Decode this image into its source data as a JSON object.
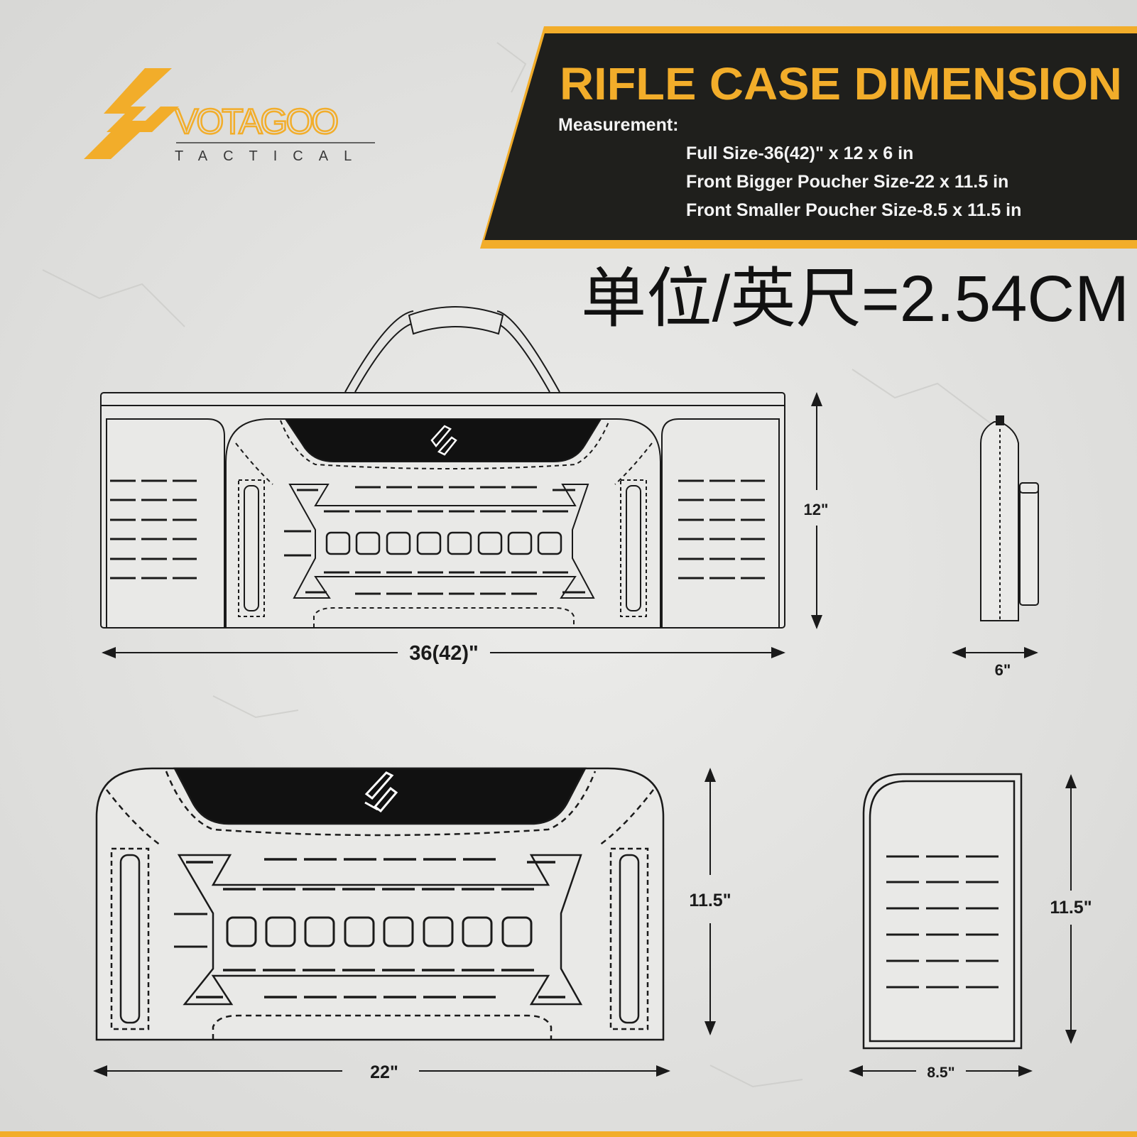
{
  "brand": {
    "name": "VOTAGOO",
    "tagline": "TACTICAL"
  },
  "banner": {
    "title": "RIFLE CASE DIMENSION",
    "measurement_label": "Measurement:",
    "lines": [
      "Full Size-36(42)\" x 12 x 6 in",
      "Front Bigger Poucher Size-22 x 11.5 in",
      "Front Smaller Poucher Size-8.5 x 11.5 in"
    ]
  },
  "unit_note": "单位/英尺=2.54CM",
  "dimensions": {
    "full_width": "36(42)\"",
    "full_height": "12\"",
    "full_depth": "6\"",
    "big_pouch_width": "22\"",
    "big_pouch_height": "11.5\"",
    "small_pouch_width": "8.5\"",
    "small_pouch_height": "11.5\""
  },
  "colors": {
    "accent": "#f2ad2a",
    "banner_bg": "#1f1f1c",
    "line": "#1a1a1a",
    "background": "#e4e4e2"
  },
  "icons": {
    "brand_logo": "votagoo-s-logo-icon",
    "arrow": "dimension-arrow-icon"
  }
}
